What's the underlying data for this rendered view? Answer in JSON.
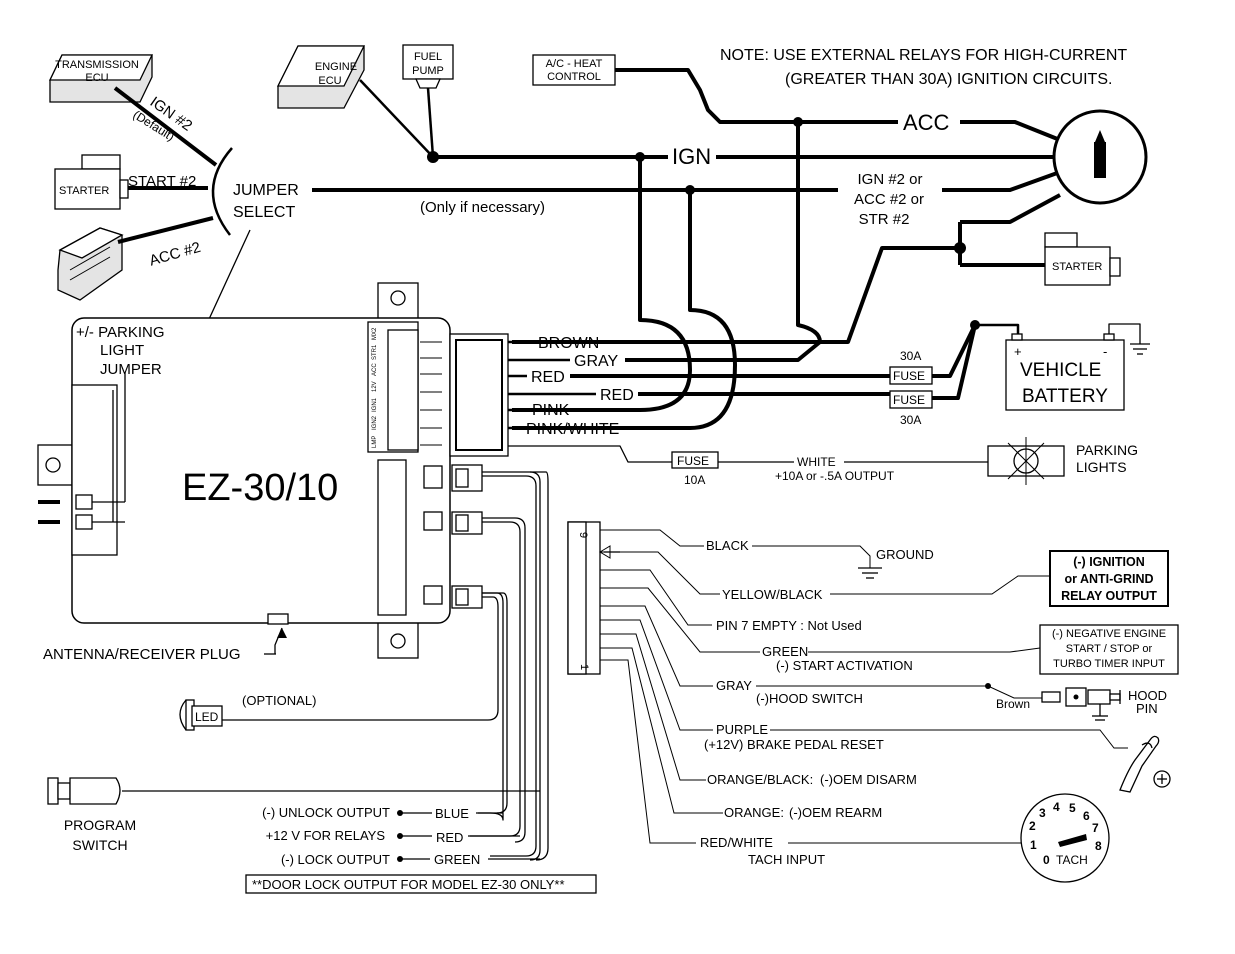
{
  "note": {
    "line1": "NOTE: USE EXTERNAL RELAYS FOR HIGH-CURRENT",
    "line2": "(GREATER THAN 30A) IGNITION CIRCUITS."
  },
  "components": {
    "transmission_ecu": [
      "TRANSMISSION",
      "ECU"
    ],
    "engine_ecu": [
      "ENGINE",
      "ECU"
    ],
    "fuel_pump": [
      "FUEL",
      "PUMP"
    ],
    "ac_heat": [
      "A/C - HEAT",
      "CONTROL"
    ],
    "starter_left": "STARTER",
    "starter_right": "STARTER",
    "jumper_select": [
      "JUMPER",
      "SELECT"
    ],
    "parking_jumper": [
      "+/- PARKING",
      "LIGHT",
      "JUMPER"
    ],
    "module_name": "EZ-30/10",
    "antenna": "ANTENNA/RECEIVER PLUG",
    "led": "LED",
    "optional": "(OPTIONAL)",
    "program_switch": [
      "PROGRAM",
      "SWITCH"
    ],
    "vehicle_battery": [
      "VEHICLE",
      "BATTERY"
    ],
    "parking_lights": [
      "PARKING",
      "LIGHTS"
    ],
    "fuse": "FUSE",
    "hood_pin": [
      "HOOD",
      "PIN"
    ],
    "tach": "TACH",
    "tach_numbers": [
      "0",
      "1",
      "2",
      "3",
      "4",
      "5",
      "6",
      "7",
      "8"
    ],
    "module_pin_labels": [
      "MX2",
      "STR1",
      "ACC",
      "12V",
      "IGN1",
      "IGN2",
      "LMP"
    ],
    "connector_numbers": [
      "9",
      "1"
    ],
    "ground_symbol": "⏚",
    "plus_sign": "+",
    "minus_sign": "-"
  },
  "wires": {
    "ign2_default": "IGN #2",
    "default": "(Default)",
    "start2": "START #2",
    "acc2": "ACC #2",
    "acc": "ACC",
    "ign": "IGN",
    "only_if": "(Only if necessary)",
    "ign2_or": [
      "IGN #2 or",
      "ACC #2 or",
      "STR #2"
    ],
    "brown": "BROWN",
    "gray": "GRAY",
    "red1": "RED",
    "red2": "RED",
    "pink": "PINK",
    "pink_white": "PINK/WHITE",
    "fuse_30a_top": "30A",
    "fuse_30a_bottom": "30A",
    "white": "WHITE",
    "white_output": "+10A or -.5A OUTPUT",
    "fuse_10a": "10A"
  },
  "harness": {
    "black": "BLACK",
    "ground": "GROUND",
    "yellow_black": "YELLOW/BLACK",
    "ignition_output": [
      "(-) IGNITION",
      "or ANTI-GRIND",
      "RELAY OUTPUT"
    ],
    "pin7": "PIN 7 EMPTY : Not Used",
    "green": "GREEN",
    "start_activation": "(-) START ACTIVATION",
    "neg_engine": [
      "(-) NEGATIVE ENGINE",
      "START / STOP or",
      "TURBO TIMER INPUT"
    ],
    "gray": "GRAY",
    "hood_switch": "(-)HOOD SWITCH",
    "brown": "Brown",
    "purple": "PURPLE",
    "brake": "(+12V) BRAKE PEDAL RESET",
    "orange_black": "ORANGE/BLACK:",
    "oem_disarm": "(-)OEM DISARM",
    "orange": "ORANGE:",
    "oem_rearm": "(-)OEM REARM",
    "red_white": "RED/WHITE",
    "tach_input": "TACH INPUT"
  },
  "door_lock": {
    "unlock": "(-) UNLOCK OUTPUT",
    "blue": "BLUE",
    "relays": "+12 V FOR RELAYS",
    "red": "RED",
    "lock": "(-) LOCK OUTPUT",
    "green": "GREEN",
    "note": "**DOOR LOCK OUTPUT FOR MODEL EZ-30 ONLY**"
  }
}
